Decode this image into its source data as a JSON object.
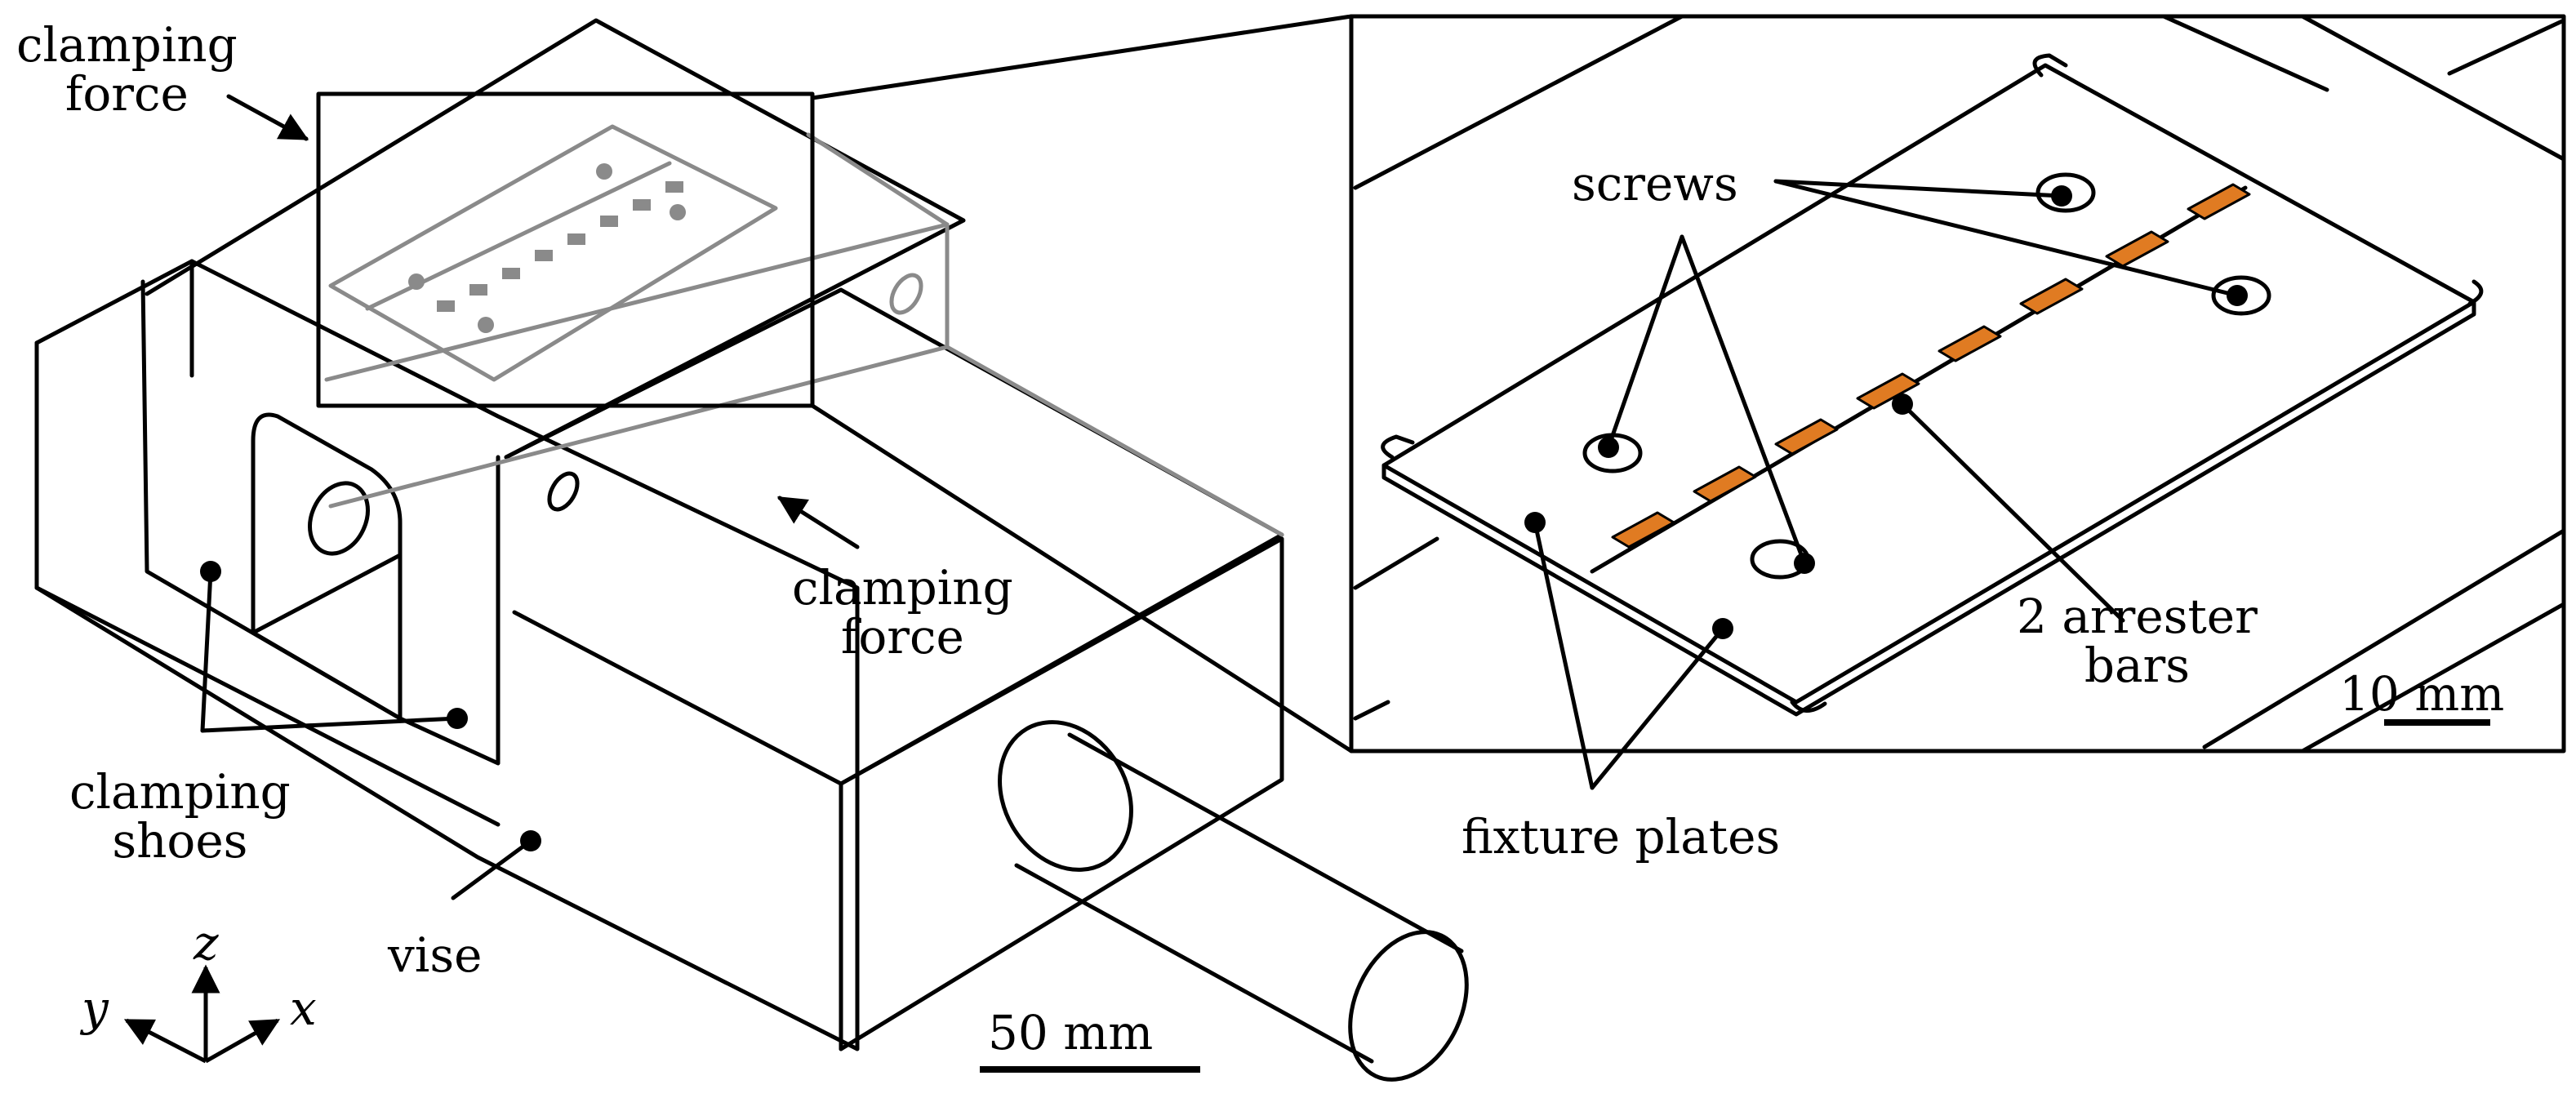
{
  "labels": {
    "clamping_force_top": [
      "clamping",
      "force"
    ],
    "clamping_force_mid": [
      "clamping",
      "force"
    ],
    "clamping_shoes": [
      "clamping",
      "shoes"
    ],
    "vise": "vise",
    "scale_left": "50 mm",
    "screws": "screws",
    "arrester_bars": [
      "2 arrester",
      "bars"
    ],
    "fixture_plates": "fixture plates",
    "scale_right": "10 mm"
  },
  "axes": {
    "x": "x",
    "y": "y",
    "z": "z"
  },
  "colors": {
    "line": "#000000",
    "ghost": "#8a8a8a",
    "arrester": "#e07b22",
    "background": "#ffffff"
  }
}
